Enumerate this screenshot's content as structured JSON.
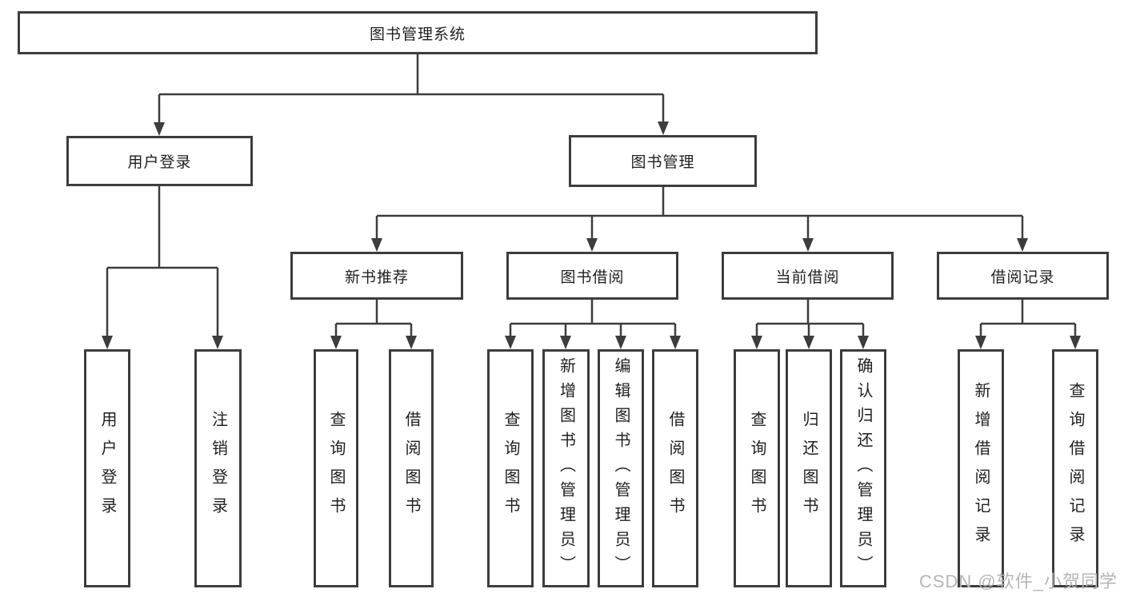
{
  "tree": {
    "label": "图书管理系统",
    "children": [
      {
        "label": "用户登录",
        "children": [
          {
            "label": "用户登录"
          },
          {
            "label": "注销登录"
          }
        ]
      },
      {
        "label": "图书管理",
        "children": [
          {
            "label": "新书推荐",
            "children": [
              {
                "label": "查询图书"
              },
              {
                "label": "借阅图书"
              }
            ]
          },
          {
            "label": "图书借阅",
            "children": [
              {
                "label": "查询图书"
              },
              {
                "label": "新增图书（管理员）"
              },
              {
                "label": "编辑图书（管理员）"
              },
              {
                "label": "借阅图书"
              }
            ]
          },
          {
            "label": "当前借阅",
            "children": [
              {
                "label": "查询图书"
              },
              {
                "label": "归还图书"
              },
              {
                "label": "确认归还（管理员）"
              }
            ]
          },
          {
            "label": "借阅记录",
            "children": [
              {
                "label": "新增借阅记录"
              },
              {
                "label": "查询借阅记录"
              }
            ]
          }
        ]
      }
    ]
  },
  "watermark": {
    "text": "CSDN @软件_小贺同学"
  },
  "colors": {
    "line": "#3d3d3d",
    "box_border": "#3d3d3d",
    "text": "#1f1f1f",
    "watermark": "#b5b5b5",
    "background": "#ffffff"
  }
}
